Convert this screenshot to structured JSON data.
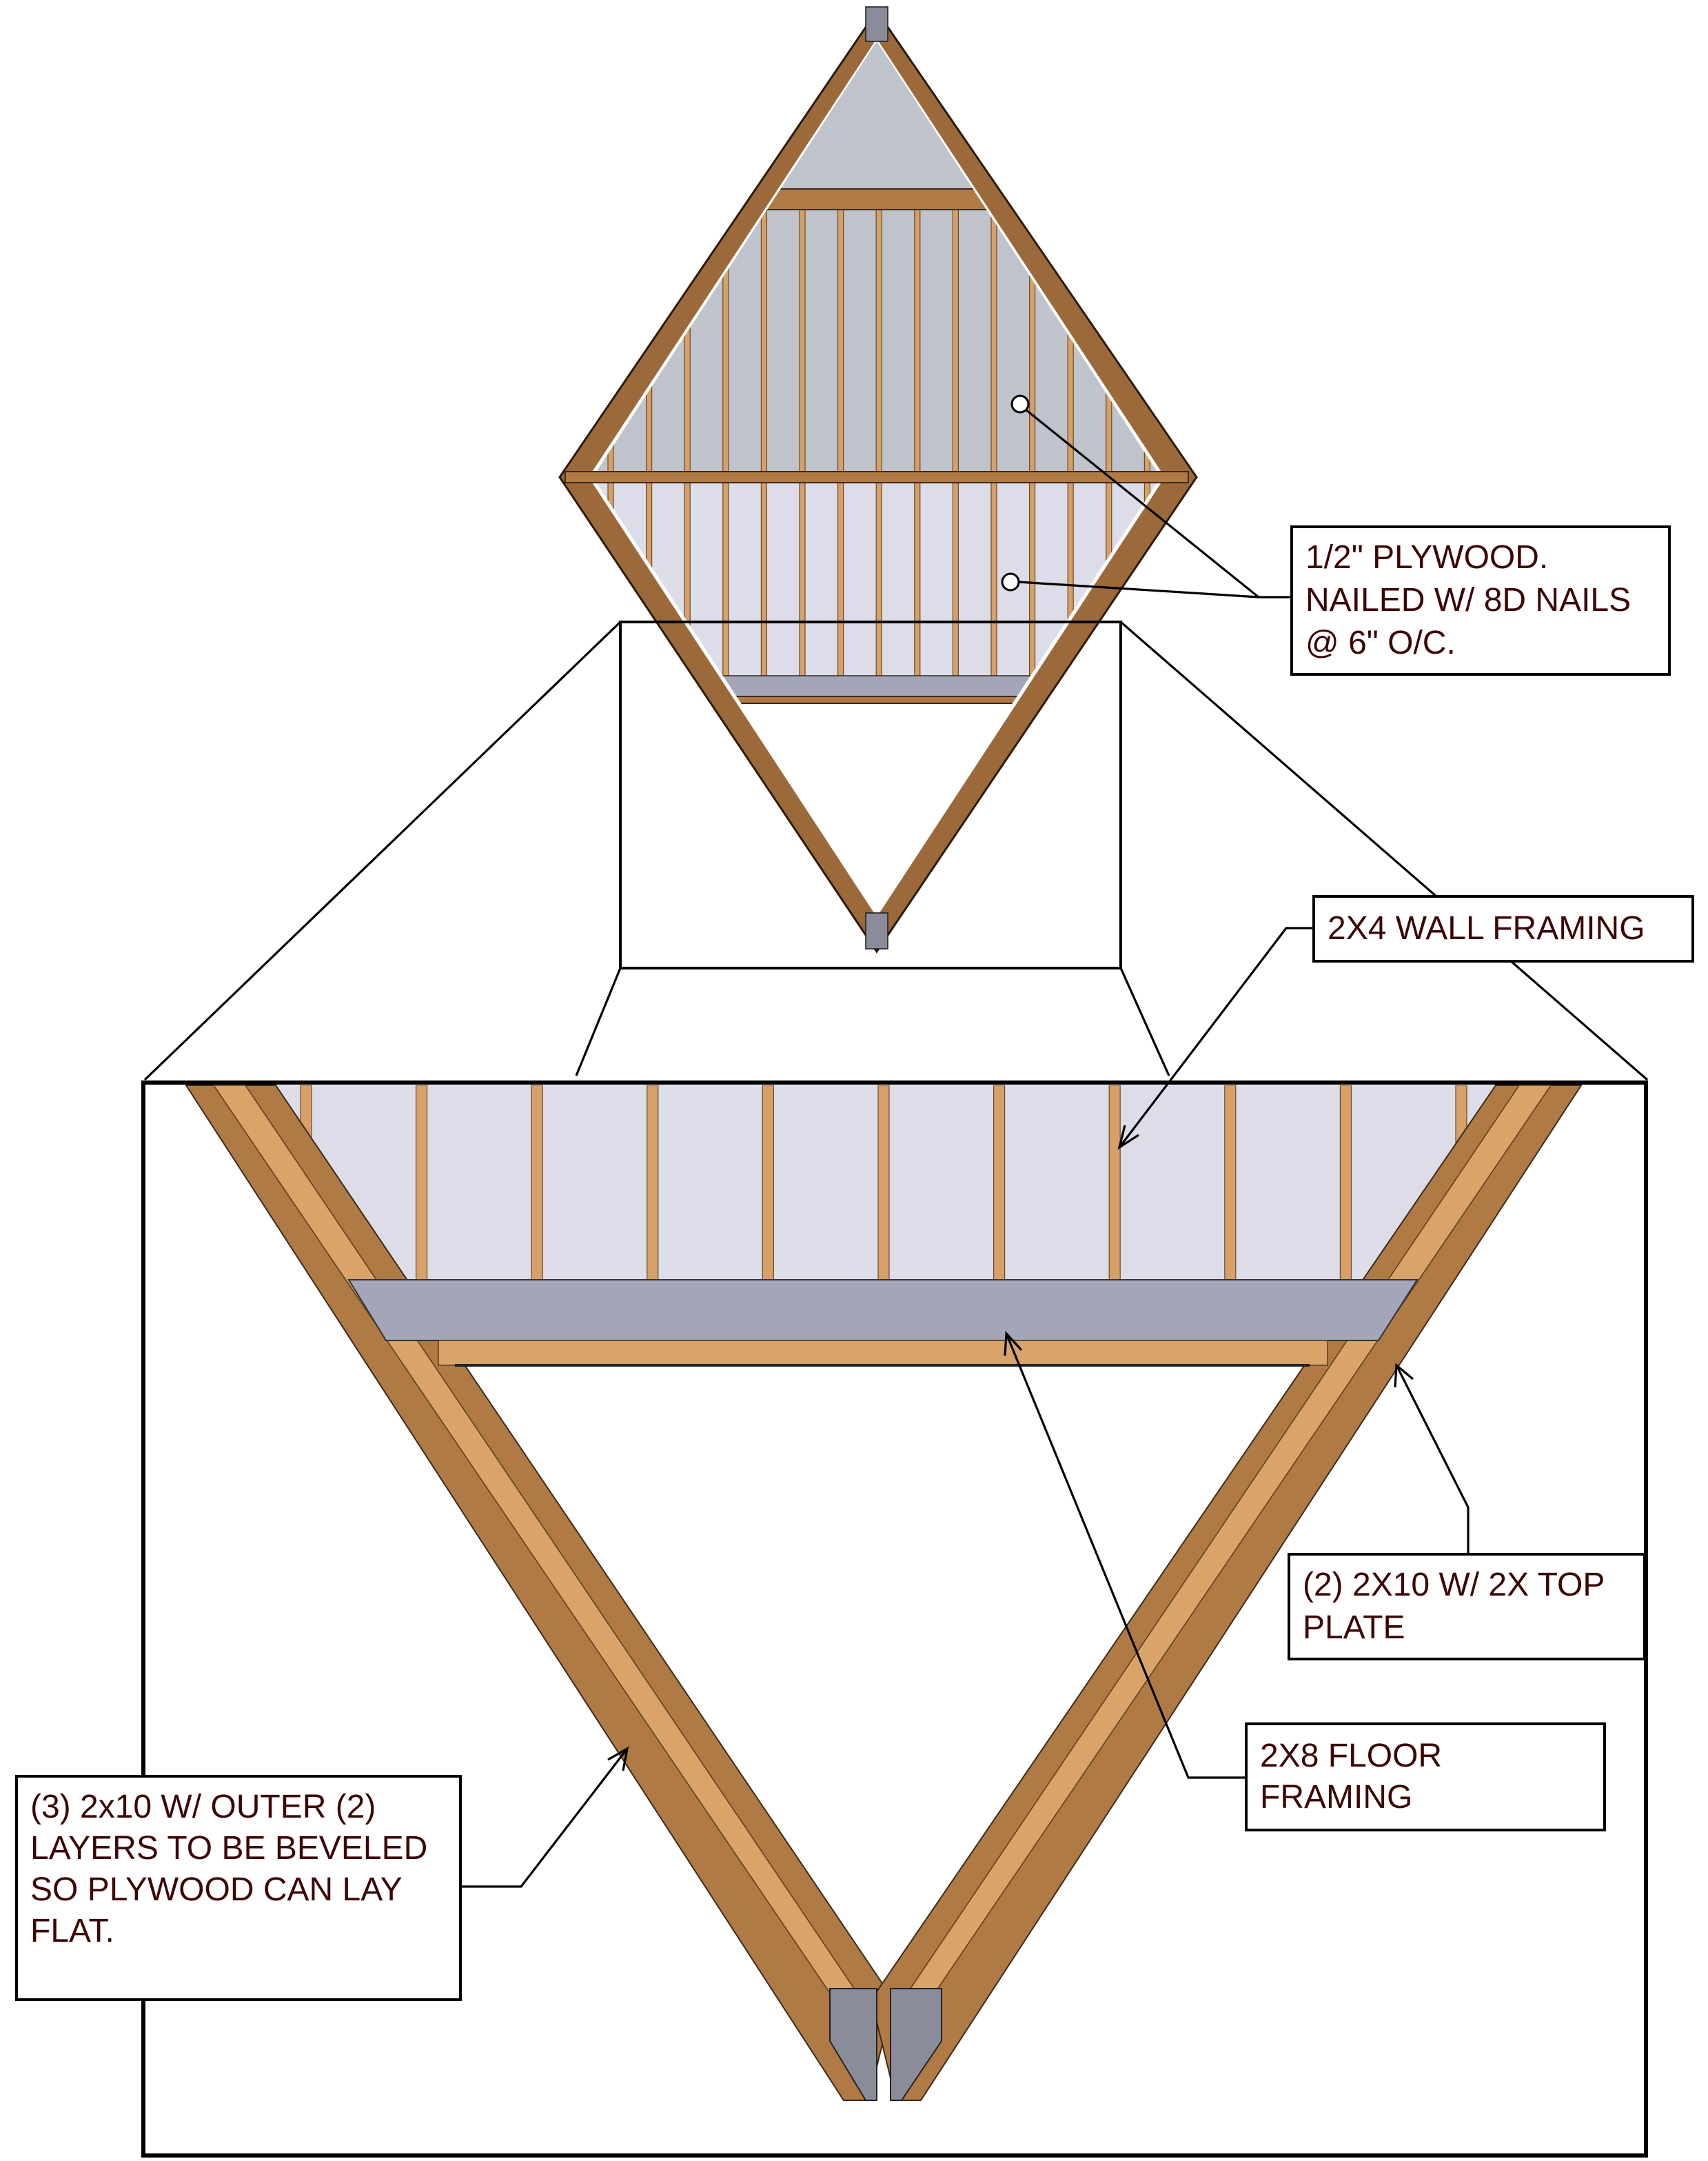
{
  "callouts": {
    "plywood": {
      "lines": [
        "1/2\" PLYWOOD.",
        "NAILED W/ 8D NAILS",
        "@ 6\" O/C."
      ]
    },
    "wall_framing": {
      "lines": [
        "2X4 WALL FRAMING"
      ]
    },
    "top_plate": {
      "lines": [
        "(2) 2X10 W/ 2X TOP",
        "PLATE"
      ]
    },
    "floor_framing": {
      "lines": [
        "2X8 FLOOR",
        "FRAMING"
      ]
    },
    "beveled": {
      "lines": [
        "(3) 2x10 W/ OUTER (2)",
        "LAYERS TO BE BEVELED",
        "SO PLYWOOD CAN LAY",
        "FLAT."
      ]
    }
  },
  "colors": {
    "text": "#3d0505",
    "wood": "#b07a45",
    "plywood": "#bfc3cb",
    "floor_band": "#a2a6b8"
  }
}
